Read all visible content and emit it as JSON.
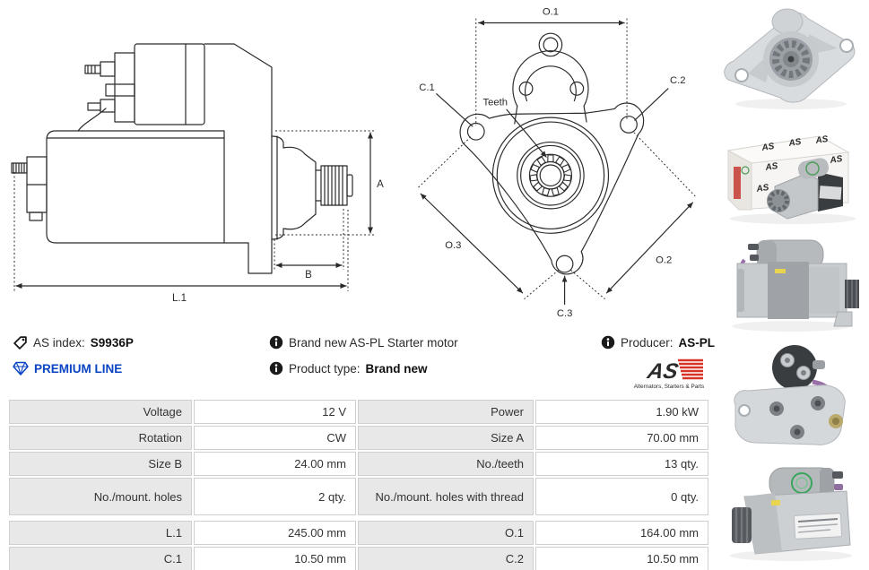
{
  "colors": {
    "accent_blue": "#0a44c2",
    "brand_red": "#d63226",
    "table_label_bg": "#e8e8e8",
    "line_color": "#2a2a2a"
  },
  "drawing_side": {
    "dim_a": "A",
    "dim_b": "B",
    "dim_l1": "L.1"
  },
  "drawing_front": {
    "dim_o1": "O.1",
    "dim_o2": "O.2",
    "dim_o3": "O.3",
    "dim_c1": "C.1",
    "dim_c2": "C.2",
    "dim_c3": "C.3",
    "teeth_label": "Teeth"
  },
  "info": {
    "as_index_label": "AS index: ",
    "as_index_value": "S9936P",
    "premium_line": "PREMIUM LINE",
    "description": "Brand new AS-PL Starter motor",
    "product_type_label": "Product type: ",
    "product_type_value": "Brand new",
    "producer_label": "Producer: ",
    "producer_value": "AS-PL",
    "logo_text": "AS",
    "logo_caption": "Alternators, Starters & Parts"
  },
  "specs": {
    "sections": [
      {
        "rows": [
          {
            "l1": "Voltage",
            "v1": "12 V",
            "l2": "Power",
            "v2": "1.90 kW"
          },
          {
            "l1": "Rotation",
            "v1": "CW",
            "l2": "Size A",
            "v2": "70.00 mm"
          },
          {
            "l1": "Size B",
            "v1": "24.00 mm",
            "l2": "No./teeth",
            "v2": "13 qty."
          },
          {
            "l1": "No./mount. holes",
            "v1": "2 qty.",
            "l2": "No./mount. holes with thread",
            "v2": "0 qty."
          }
        ]
      },
      {
        "rows": [
          {
            "l1": "L.1",
            "v1": "245.00 mm",
            "l2": "O.1",
            "v2": "164.00 mm"
          },
          {
            "l1": "C.1",
            "v1": "10.50 mm",
            "l2": "C.2",
            "v2": "10.50 mm"
          }
        ]
      }
    ]
  }
}
